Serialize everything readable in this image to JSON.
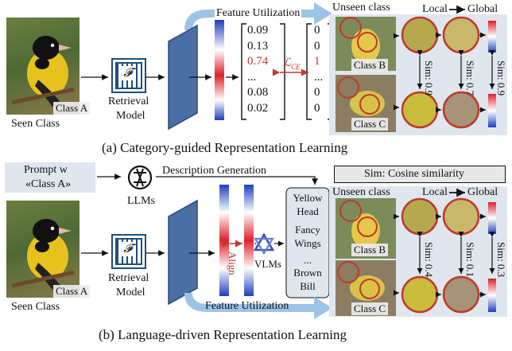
{
  "captions": {
    "a": "(a) Category-guided Representation Learning",
    "b": "(b) Language-driven Representation Learning"
  },
  "labels": {
    "class_a": "Class A",
    "seen_class": "Seen Class",
    "retrieval_model_line1": "Retrieval",
    "retrieval_model_line2": "Model",
    "model_symbol": "𝓕",
    "feature_utilization": "Feature Utilization",
    "loss": "ℒ",
    "loss_sub": "CE",
    "unseen_class": "Unseen class",
    "local": "Local",
    "global": "Global",
    "class_b": "Class B",
    "class_c": "Class C",
    "prompt_line1": "Prompt w",
    "prompt_line2": "«Class A»",
    "description_generation": "Description Generation",
    "llms": "LLMs",
    "vlms": "VLMs",
    "align": "Align",
    "sim_legend": "Sim: Cosine similarity",
    "dots": "...",
    "vdots": "⋮"
  },
  "vectors": {
    "feature": [
      "0.09",
      "0.13",
      "0.74",
      "...",
      "0.08",
      "0.02"
    ],
    "label": [
      "0",
      "0",
      "1",
      "...",
      "0",
      "0"
    ]
  },
  "similarities_a": [
    "Sim: 0.9",
    "Sim: 0.7",
    "Sim: 0.9"
  ],
  "similarities_b": [
    "Sim: 0.4",
    "Sim: 0.1",
    "Sim: 0.3"
  ],
  "descriptions": [
    "Yellow Head",
    "Fancy Wings",
    "...",
    "Brown Bill"
  ],
  "colors": {
    "accent_red": "#c0392b",
    "arrow_blue": "#9dc3e6",
    "panel_bg": "#dfe6ee",
    "feature_plane": "#4a6fa5",
    "circle_red": "#c0392b"
  }
}
